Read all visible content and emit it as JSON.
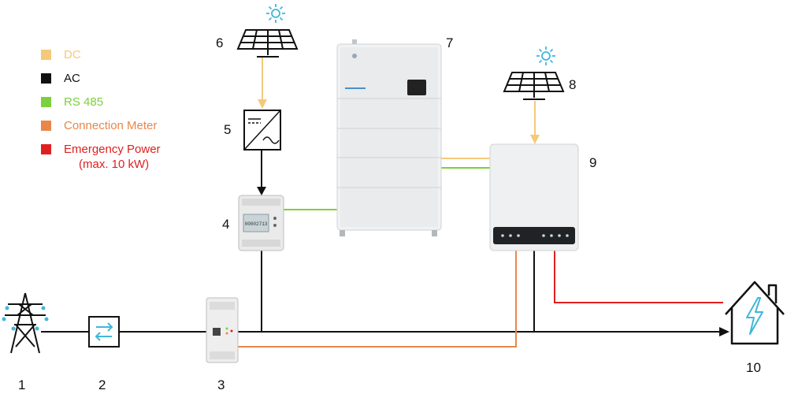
{
  "legend": [
    {
      "label": "DC",
      "color": "#f5c97a"
    },
    {
      "label": "AC",
      "color": "#111111"
    },
    {
      "label": "RS 485",
      "color": "#7ccf3f"
    },
    {
      "label": "Connection Meter",
      "color": "#e8874a"
    },
    {
      "label": "Emergency Power",
      "label2": "(max. 10 kW)",
      "color": "#e02020"
    }
  ],
  "numbers": {
    "n1": "1",
    "n2": "2",
    "n3": "3",
    "n4": "4",
    "n5": "5",
    "n6": "6",
    "n7": "7",
    "n8": "8",
    "n9": "9",
    "n10": "10"
  },
  "meter_display": "00002713",
  "colors": {
    "dc": "#f5c97a",
    "ac": "#111111",
    "rs485": "#7ccf3f",
    "connection_meter": "#e8874a",
    "emergency": "#e02020",
    "icon_accent": "#3fb7d9"
  }
}
